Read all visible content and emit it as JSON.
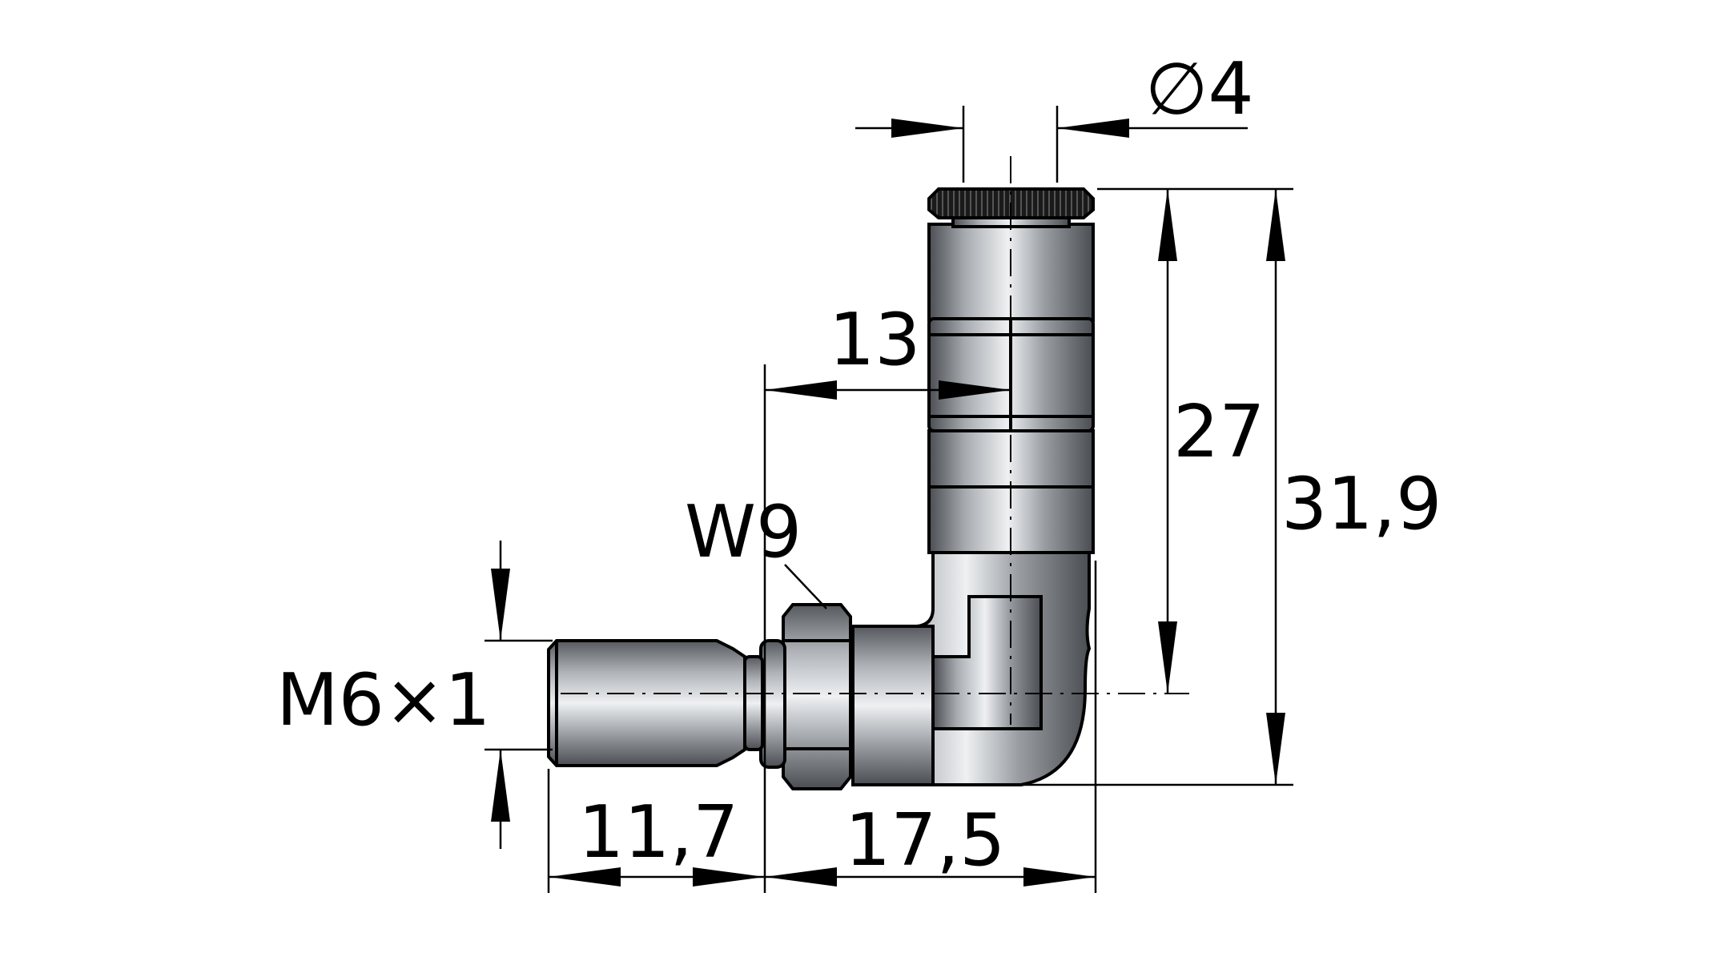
{
  "part": {
    "type": "elbow push-in fitting",
    "colors": {
      "metal_light": "#e6e8ea",
      "metal_dark": "#4a4d52",
      "ring": "#1a1a1a",
      "line": "#000000"
    }
  },
  "dimensions": {
    "tube_diameter": "∅4",
    "height_to_axis": "27",
    "overall_height": "31,9",
    "axis_offset": "13",
    "wrench_size": "W9",
    "thread": "M6×1",
    "thread_length": "11,7",
    "body_length": "17,5"
  }
}
